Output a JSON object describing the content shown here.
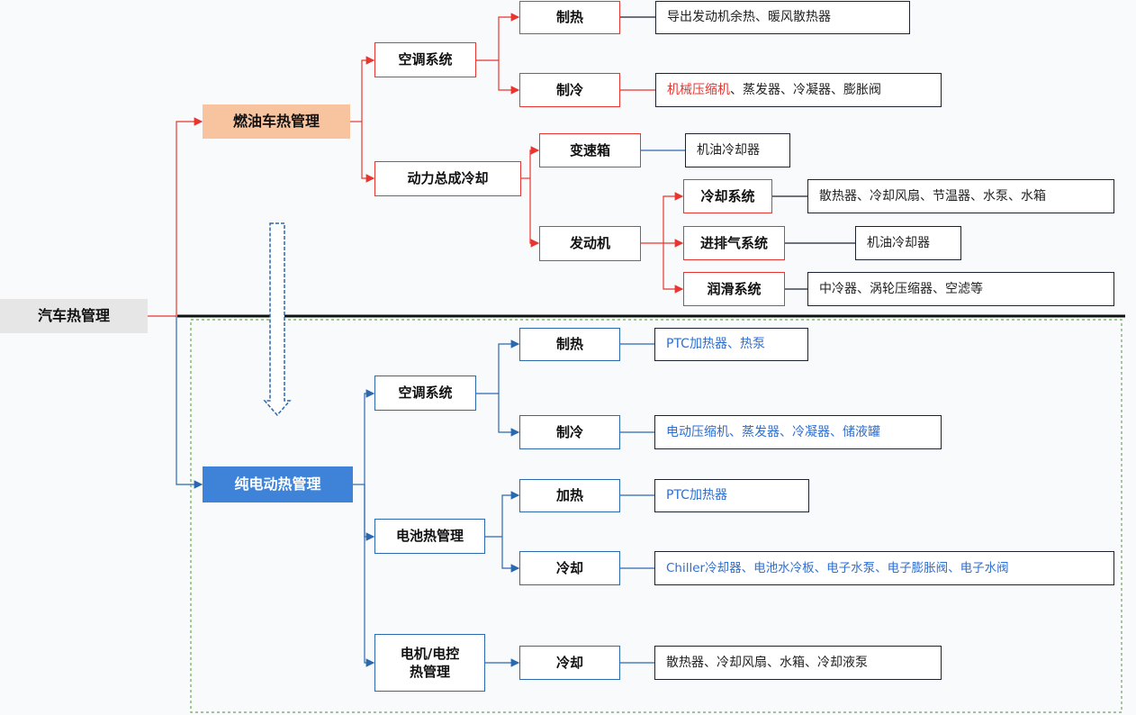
{
  "root": {
    "label": "汽车热管理"
  },
  "fuel": {
    "label": "燃油车热管理",
    "ac": {
      "label": "空调系统",
      "heat": {
        "label": "制热",
        "detail": "导出发动机余热、暖风散热器"
      },
      "cool": {
        "label": "制冷",
        "detail_highlight": "机械压缩机",
        "detail_rest": "、蒸发器、冷凝器、膨胀阀"
      }
    },
    "powertrain": {
      "label": "动力总成冷却",
      "gearbox": {
        "label": "变速箱",
        "detail": "机油冷却器"
      },
      "engine": {
        "label": "发动机",
        "cooling": {
          "label": "冷却系统",
          "detail": "散热器、冷却风扇、节温器、水泵、水箱"
        },
        "intake": {
          "label": "进排气系统",
          "detail": "机油冷却器"
        },
        "lube": {
          "label": "润滑系统",
          "detail": "中冷器、涡轮压缩器、空滤等"
        }
      }
    }
  },
  "ev": {
    "label": "纯电动热管理",
    "ac": {
      "label": "空调系统",
      "heat": {
        "label": "制热",
        "detail": "PTC加热器、热泵"
      },
      "cool": {
        "label": "制冷",
        "detail": "电动压缩机、蒸发器、冷凝器、储液罐"
      }
    },
    "battery": {
      "label": "电池热管理",
      "heat": {
        "label": "加热",
        "detail": "PTC加热器"
      },
      "cool": {
        "label": "冷却",
        "detail": "Chiller冷却器、电池水冷板、电子水泵、电子膨胀阀、电子水阀"
      }
    },
    "motor": {
      "label_line1": "电机/电控",
      "label_line2": "热管理",
      "cool": {
        "label": "冷却",
        "detail": "散热器、冷却风扇、水箱、冷却液泵"
      }
    }
  },
  "colors": {
    "fuel_line": "#e8352f",
    "ev_line": "#2a68b0",
    "leaf_line": "#1c2230",
    "ev_dash": "#6aa84f"
  }
}
